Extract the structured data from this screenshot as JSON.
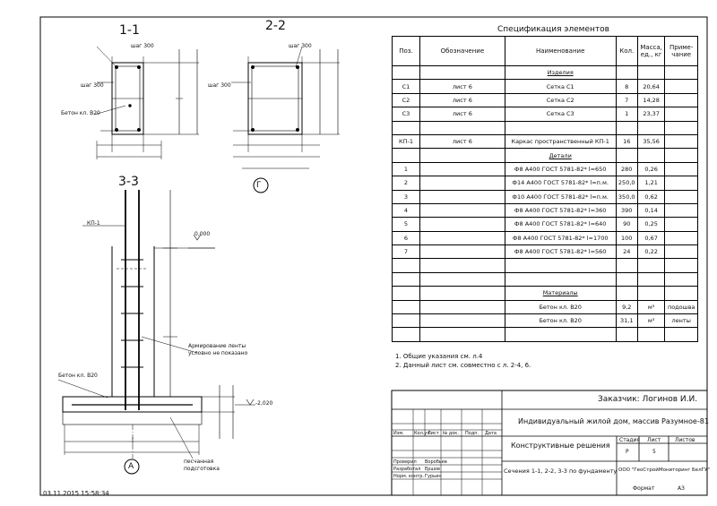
{
  "spec": {
    "title": "Спецификация элементов",
    "headers": [
      "Поз.",
      "Обозначение",
      "Наименование",
      "Кол.",
      "Масса, ед., кг",
      "Приме-чание"
    ],
    "rows": [
      {
        "pos": "",
        "des": "",
        "name": "Изделия",
        "qty": "",
        "mass": "",
        "note": "",
        "type": "section"
      },
      {
        "pos": "С1",
        "des": "лист 6",
        "name": "Сетка С1",
        "qty": "8",
        "mass": "20,64",
        "note": ""
      },
      {
        "pos": "С2",
        "des": "лист 6",
        "name": "Сетка С2",
        "qty": "7",
        "mass": "14,28",
        "note": ""
      },
      {
        "pos": "С3",
        "des": "лист 6",
        "name": "Сетка С3",
        "qty": "1",
        "mass": "23,37",
        "note": ""
      },
      {
        "pos": "",
        "des": "",
        "name": "",
        "qty": "",
        "mass": "",
        "note": ""
      },
      {
        "pos": "КП-1",
        "des": "лист 6",
        "name": "Каркас пространственный КП-1",
        "qty": "16",
        "mass": "35,56",
        "note": ""
      },
      {
        "pos": "",
        "des": "",
        "name": "Детали",
        "qty": "",
        "mass": "",
        "note": "",
        "type": "section"
      },
      {
        "pos": "1",
        "des": "",
        "name": "Ф8 А400 ГОСТ 5781-82*   l=650",
        "qty": "280",
        "mass": "0,26",
        "note": ""
      },
      {
        "pos": "2",
        "des": "",
        "name": "Ф14 А400 ГОСТ 5781-82*   l=п.м.",
        "qty": "250,0",
        "mass": "1,21",
        "note": ""
      },
      {
        "pos": "3",
        "des": "",
        "name": "Ф10 А400 ГОСТ 5781-82*   l=п.м.",
        "qty": "350,0",
        "mass": "0,62",
        "note": ""
      },
      {
        "pos": "4",
        "des": "",
        "name": "Ф8 А400 ГОСТ 5781-82*   l=360",
        "qty": "390",
        "mass": "0,14",
        "note": ""
      },
      {
        "pos": "5",
        "des": "",
        "name": "Ф8 А400 ГОСТ 5781-82*   l=640",
        "qty": "90",
        "mass": "0,25",
        "note": ""
      },
      {
        "pos": "6",
        "des": "",
        "name": "Ф8 А400 ГОСТ 5781-82*   l=1700",
        "qty": "100",
        "mass": "0,67",
        "note": ""
      },
      {
        "pos": "7",
        "des": "",
        "name": "Ф8 А400 ГОСТ 5781-82*   l=560",
        "qty": "24",
        "mass": "0,22",
        "note": ""
      },
      {
        "pos": "",
        "des": "",
        "name": "",
        "qty": "",
        "mass": "",
        "note": ""
      },
      {
        "pos": "",
        "des": "",
        "name": "",
        "qty": "",
        "mass": "",
        "note": ""
      },
      {
        "pos": "",
        "des": "",
        "name": "Материалы",
        "qty": "",
        "mass": "",
        "note": "",
        "type": "section"
      },
      {
        "pos": "",
        "des": "",
        "name": "Бетон кл. В20",
        "qty": "9,2",
        "mass": "м³",
        "note": "подошва"
      },
      {
        "pos": "",
        "des": "",
        "name": "Бетон кл. В20",
        "qty": "31,1",
        "mass": "м³",
        "note": "ленты"
      },
      {
        "pos": "",
        "des": "",
        "name": "",
        "qty": "",
        "mass": "",
        "note": ""
      }
    ]
  },
  "notes": [
    "1. Общие указания см. л.4",
    "2. Данный лист см. совместно с л. 2-4, 6."
  ],
  "sections": {
    "s1": "1-1",
    "s2": "2-2",
    "s3": "3-3",
    "bubble_g": "Г",
    "bubble_a": "А"
  },
  "labels": {
    "concrete": "Бетон кл. В20",
    "kp1": "КП-1",
    "reinf_note_1": "Армирование ленты",
    "reinf_note_2": "условно не показано",
    "sand_1": "песчанная",
    "sand_2": "подсготовка",
    "elev0": "0,000",
    "elev2": "-2,020",
    "step300": "шаг 300"
  },
  "title_block": {
    "client": "Заказчик: Логинов И.И.",
    "project": "Индивидуальный жилой дом, массив Разумное-81",
    "part": "Конструктивные решения",
    "sheet_title": "Сечения 1-1, 2-2, 3-3 по фундаменту",
    "org": "ООО \"ГеоСтройМониторинг БелГУ\"",
    "stage_h": "Стадия",
    "sheet_h": "Лист",
    "sheets_h": "Листов",
    "stage": "Р",
    "sheet": "5",
    "cols": [
      "Изм.",
      "Кол.уч.",
      "Лист",
      "№ док.",
      "Подп.",
      "Дата"
    ],
    "roles": [
      {
        "role": "Проверил",
        "name": "Воробьев"
      },
      {
        "role": "Разработал",
        "name": "Ершов"
      },
      {
        "role": "Норм. контр.",
        "name": "Гурьин"
      }
    ],
    "format_label": "Формат",
    "format": "А3"
  },
  "timestamp": "03.11.2015 15:58:34"
}
